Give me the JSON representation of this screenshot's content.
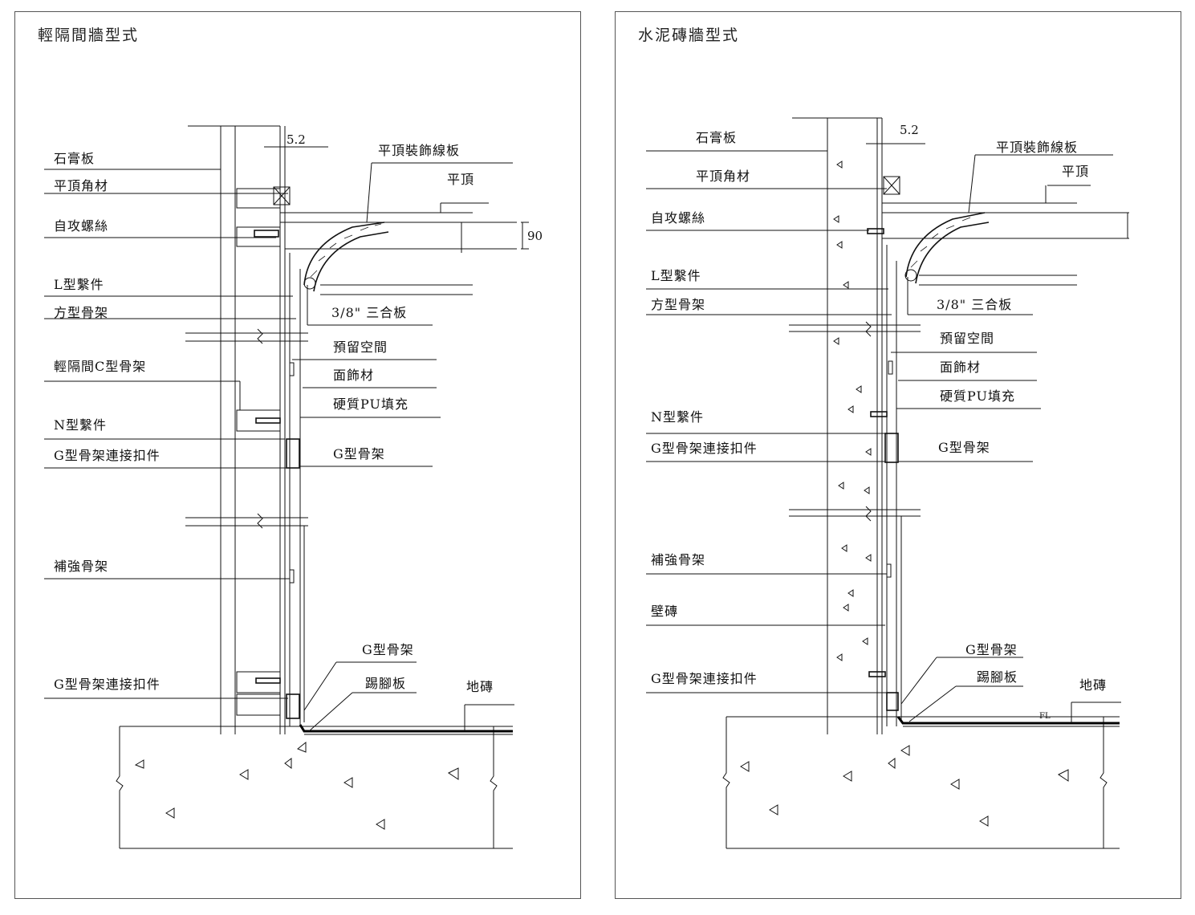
{
  "left": {
    "title": "輕隔間牆型式",
    "dim_gap": "5.2",
    "dim_height": "90",
    "labels": {
      "gypsum": "石膏板",
      "ceiling_angle": "平頂角材",
      "screw": "自攻螺絲",
      "l_fastener": "L型繫件",
      "square_frame": "方型骨架",
      "c_frame": "輕隔間C型骨架",
      "n_fastener": "N型繫件",
      "g_connector": "G型骨架連接扣件",
      "reinforce": "補強骨架",
      "g_connector_bottom": "G型骨架連接扣件",
      "cornice": "平頂裝飾線板",
      "ceiling": "平頂",
      "plywood": "3/8\" 三合板",
      "reserved": "預留空間",
      "finish": "面飾材",
      "pu_fill": "硬質PU填充",
      "g_frame": "G型骨架",
      "g_frame_bottom": "G型骨架",
      "skirting": "踢腳板",
      "floor_tile": "地磚"
    }
  },
  "right": {
    "title": "水泥磚牆型式",
    "dim_gap": "5.2",
    "fl": "FL",
    "labels": {
      "gypsum": "石膏板",
      "ceiling_angle": "平頂角材",
      "screw": "自攻螺絲",
      "l_fastener": "L型繫件",
      "square_frame": "方型骨架",
      "n_fastener": "N型繫件",
      "g_connector": "G型骨架連接扣件",
      "reinforce": "補強骨架",
      "wall_tile": "壁磚",
      "g_connector_bottom": "G型骨架連接扣件",
      "cornice": "平頂裝飾線板",
      "ceiling": "平頂",
      "plywood": "3/8\" 三合板",
      "reserved": "預留空間",
      "finish": "面飾材",
      "pu_fill": "硬質PU填充",
      "g_frame": "G型骨架",
      "g_frame_bottom": "G型骨架",
      "skirting": "踢腳板",
      "floor_tile": "地磚"
    }
  }
}
